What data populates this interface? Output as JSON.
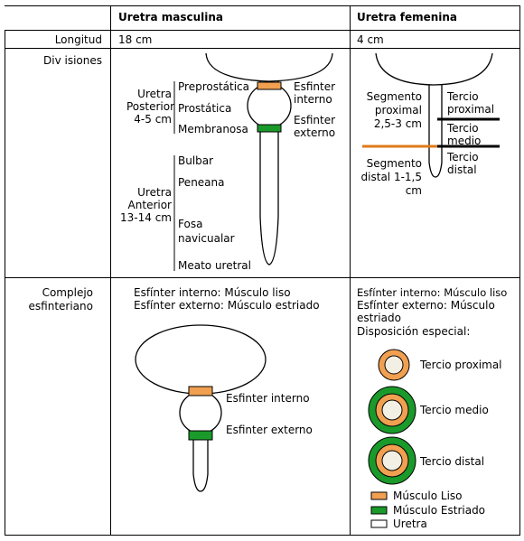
{
  "header": {
    "col_male": "Uretra masculina",
    "col_female": "Uretra femenina"
  },
  "rows": {
    "length_label": "Longitud",
    "length_male": "18 cm",
    "length_female": "4 cm",
    "divisions_label": "Div isiones",
    "complex_label": "Complejo esfinteriano"
  },
  "male_div": {
    "posterior": "Uretra Posterior 4-5 cm",
    "anterior": "Uretra Anterior 13-14 cm",
    "preprostatica": "Preprostática",
    "prostatica": "Prostática",
    "membranosa": "Membranosa",
    "bulbar": "Bulbar",
    "peneana": "Peneana",
    "fosa": "Fosa navicualar",
    "meato": "Meato uretral",
    "esf_int": "Esfinter interno",
    "esf_ext": "Esfinter externo"
  },
  "female_div": {
    "seg_prox": "Segmento proximal 2,5-3 cm",
    "seg_dist": "Segmento distal 1-1,5 cm",
    "tercio_prox": "Tercio proximal",
    "tercio_medio": "Tercio medio",
    "tercio_distal": "Tercio distal"
  },
  "male_complex": {
    "line1": "Esfínter interno: Músculo liso",
    "line2": "Esfínter externo: Músculo estriado",
    "esf_int": "Esfinter interno",
    "esf_ext": "Esfinter externo"
  },
  "female_complex": {
    "line1": "Esfínter interno: Músculo liso",
    "line2": "Esfínter externo: Músculo estriado",
    "line3": "Disposición especial:",
    "t_prox": "Tercio proximal",
    "t_medio": "Tercio medio",
    "t_distal": "Tercio distal"
  },
  "legend": {
    "liso": "Músculo Liso",
    "estriado": "Músculo Estriado",
    "uretra": "Uretra"
  },
  "colors": {
    "smooth_muscle": "#f0a050",
    "striated_muscle": "#1a9a2a",
    "urethra": "#ffffff",
    "divider_orange": "#e07a1a",
    "lumen": "#f2efe4"
  }
}
